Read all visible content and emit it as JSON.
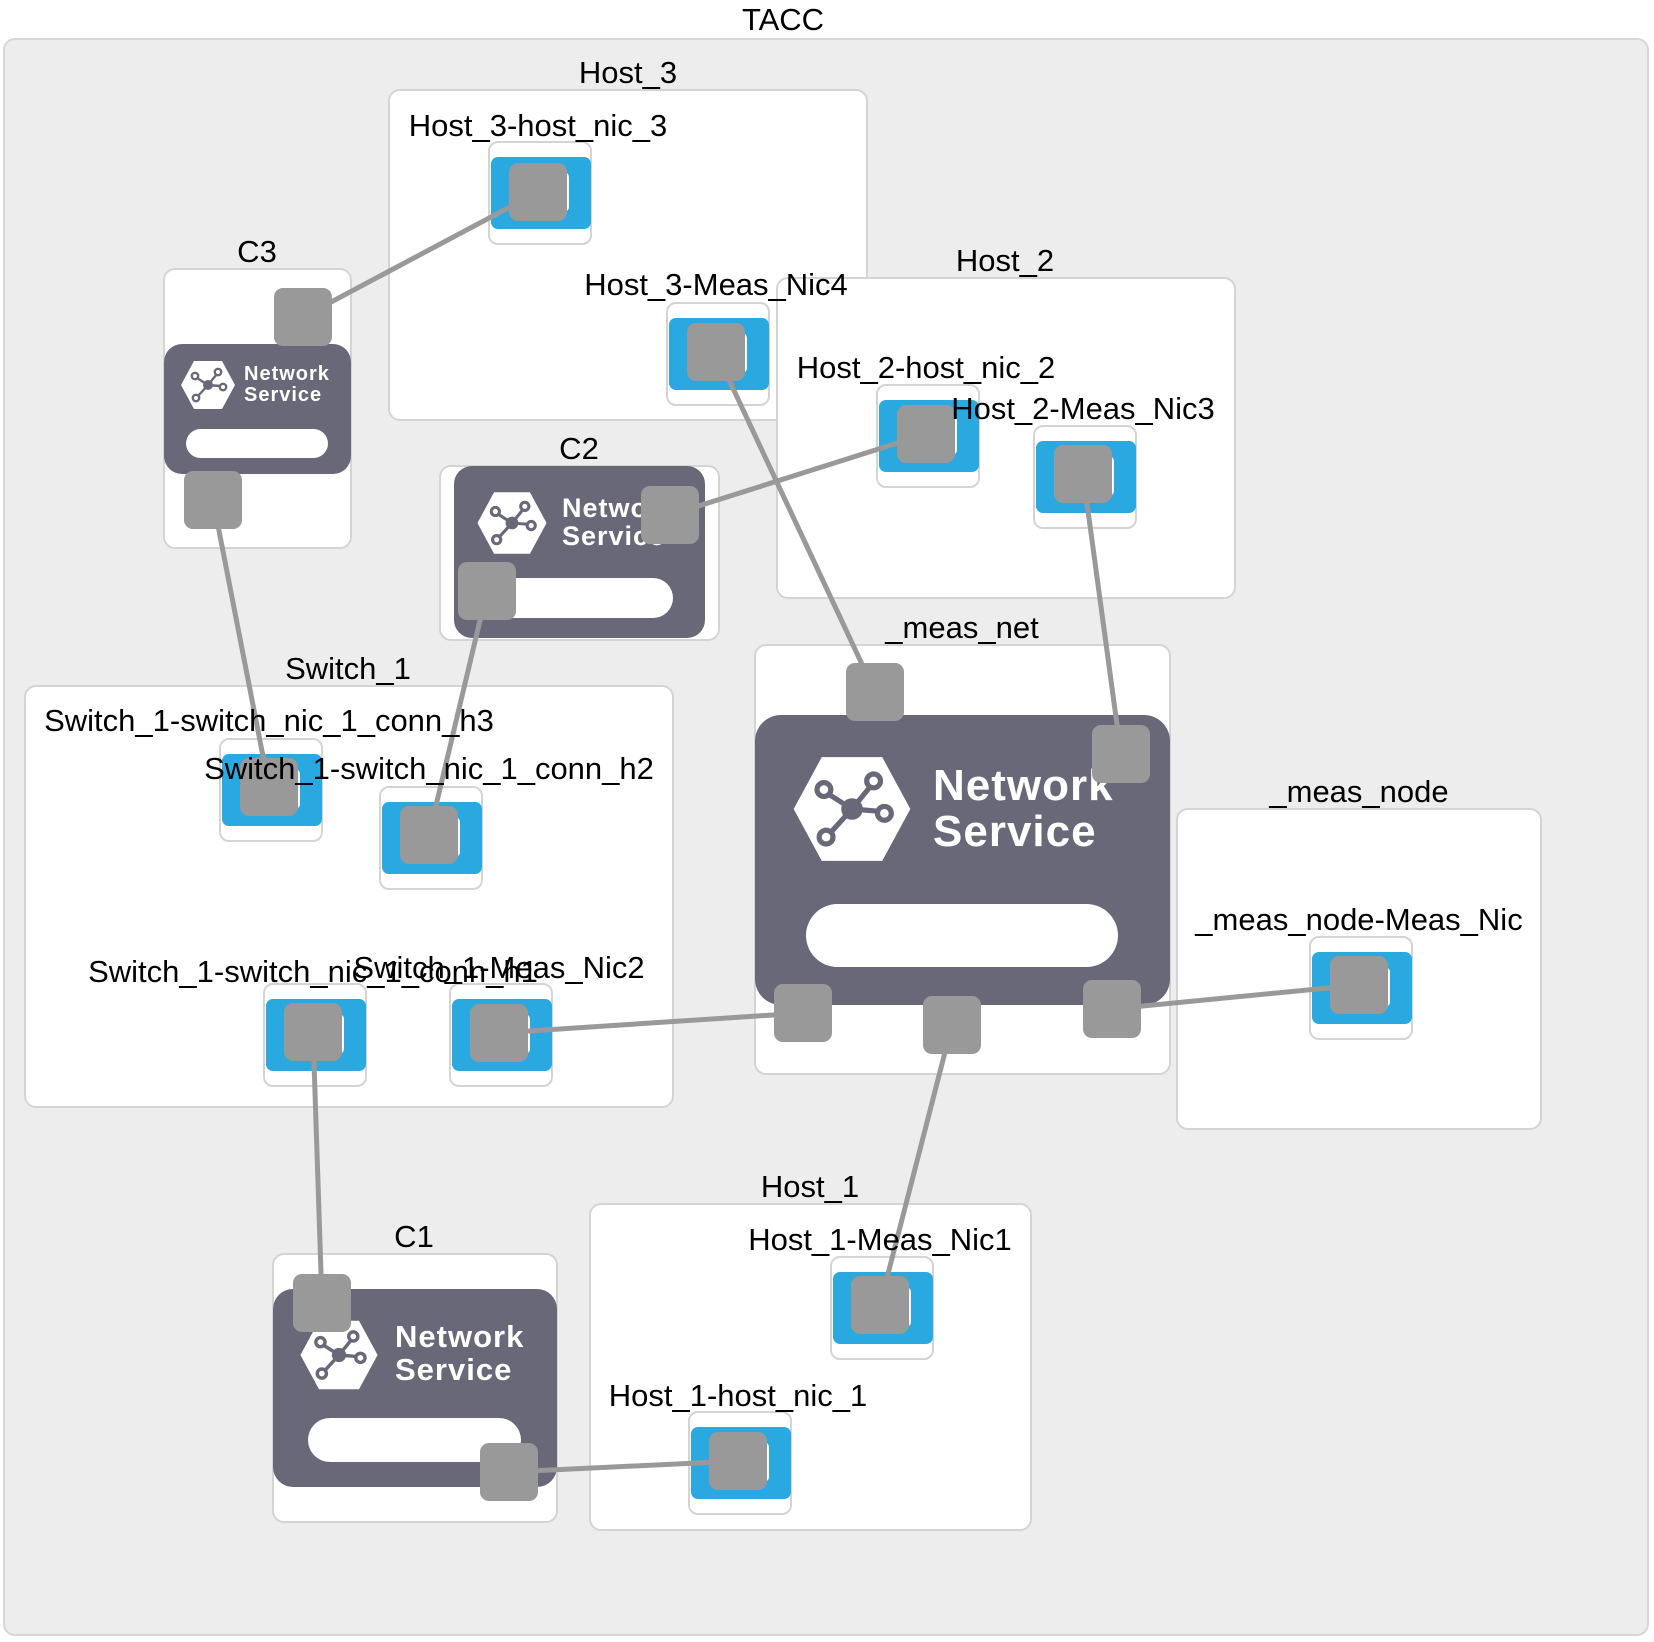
{
  "site": {
    "label": "TACC"
  },
  "nodes": {
    "host3": {
      "label": "Host_3"
    },
    "host2": {
      "label": "Host_2"
    },
    "host1": {
      "label": "Host_1"
    },
    "switch1": {
      "label": "Switch_1"
    },
    "meas_node": {
      "label": "_meas_node"
    }
  },
  "nics": {
    "h3_host_nic": "Host_3-host_nic_3",
    "h3_meas": "Host_3-Meas_Nic4",
    "h2_host_nic": "Host_2-host_nic_2",
    "h2_meas": "Host_2-Meas_Nic3",
    "sw_conn_h3": "Switch_1-switch_nic_1_conn_h3",
    "sw_conn_h2": "Switch_1-switch_nic_1_conn_h2",
    "sw_conn_h1": "Switch_1-switch_nic_1_conn_h1",
    "sw_meas": "Switch_1-Meas_Nic2",
    "meas_node_nic": "_meas_node-Meas_Nic",
    "h1_meas": "Host_1-Meas_Nic1",
    "h1_host_nic": "Host_1-host_nic_1"
  },
  "networks": {
    "c3": {
      "label": "C3",
      "service_text": "Network Service"
    },
    "c2": {
      "label": "C2",
      "service_text": "Network Service"
    },
    "c1": {
      "label": "C1",
      "service_text": "Network Service"
    },
    "meas_net": {
      "label": "_meas_net",
      "service_text": "Network Service"
    }
  },
  "colors": {
    "site_bg": "#ededed",
    "nic_blue": "#29a9e0",
    "network_service": "#696878",
    "port_gray": "#999999",
    "link_gray": "#999999"
  },
  "icons": [
    "network-service-hex-icon",
    "nic-bracket-icon"
  ]
}
